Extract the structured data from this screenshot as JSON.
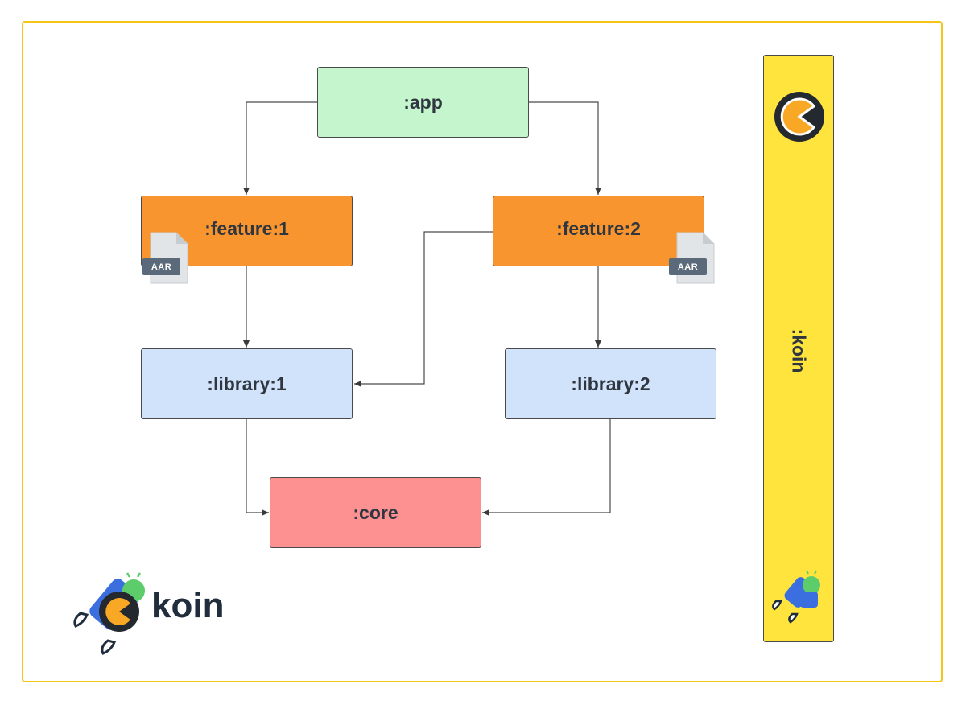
{
  "nodes": {
    "app": {
      "label": ":app",
      "color": "#c5f5cc"
    },
    "feature1": {
      "label": ":feature:1",
      "color": "#f8952e"
    },
    "feature2": {
      "label": ":feature:2",
      "color": "#f8952e"
    },
    "library1": {
      "label": ":library:1",
      "color": "#d1e3fb"
    },
    "library2": {
      "label": ":library:2",
      "color": "#d1e3fb"
    },
    "core": {
      "label": ":core",
      "color": "#fd9192"
    }
  },
  "koin_bar": {
    "label": ":koin",
    "color": "#ffe43d"
  },
  "aar_badges": [
    "AAR",
    "AAR"
  ],
  "brand": {
    "text": "koin"
  },
  "edges": [
    {
      "from": "app",
      "to": "feature1"
    },
    {
      "from": "app",
      "to": "feature2"
    },
    {
      "from": "feature1",
      "to": "library1"
    },
    {
      "from": "feature2",
      "to": "library1"
    },
    {
      "from": "feature2",
      "to": "library2"
    },
    {
      "from": "library1",
      "to": "core"
    },
    {
      "from": "library2",
      "to": "core"
    }
  ],
  "colors": {
    "frame": "#f5c518",
    "edge": "#4a4a4a"
  },
  "icons": [
    "aar-file-icon",
    "koin-pacman-icon",
    "android-rocket-icon"
  ]
}
